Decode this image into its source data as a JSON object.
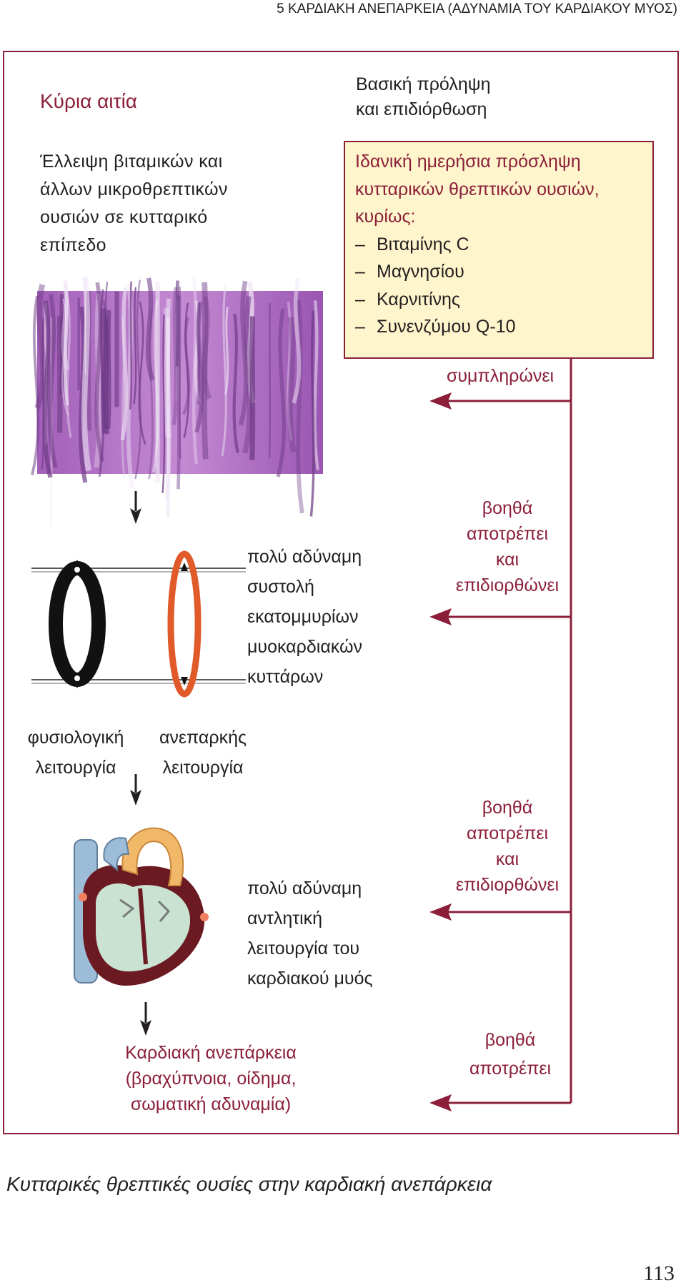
{
  "header": {
    "chapter_title": "5  ΚΑΡΔΙΑΚΗ ΑΝΕΠΑΡΚΕΙΑ (ΑΔΥΝΑΜΙΑ ΤΟΥ ΚΑΡΔΙΑΚΟΥ ΜΥΟΣ)"
  },
  "main_cause": {
    "title": "Κύρια αιτία",
    "lines": [
      "Έλλειψη βιταμικών και",
      "άλλων μικροθρεπτικών",
      "ουσιών σε κυτταρικό",
      "επίπεδο"
    ]
  },
  "prevention": {
    "title_lines": [
      "Βασική πρόληψη",
      "και επιδιόρθωση"
    ],
    "box": {
      "intro_lines": [
        "Ιδανική ημερήσια πρόσληψη",
        "κυτταρικών θρεπτικών ουσιών,",
        "κυρίως:"
      ],
      "items": [
        "Βιταμίνης C",
        "Μαγνησίου",
        "Καρνιτίνης",
        "Συνενζύμου Q-10"
      ],
      "dash": "–"
    }
  },
  "arrows": {
    "first_label": "συμπληρώνει",
    "second_label_lines": [
      "βοηθά",
      "αποτρέπει",
      "και",
      "επιδιορθώνει"
    ],
    "third_label_lines": [
      "βοηθά",
      "αποτρέπει",
      "και",
      "επιδιορθώνει"
    ],
    "fourth_label_lines": [
      "βοηθά",
      "αποτρέπει"
    ]
  },
  "contraction": {
    "text_lines": [
      "πολύ αδύναμη",
      "συστολή",
      "εκατομμυρίων",
      "μυοκαρδιακών",
      "κυττάρων"
    ],
    "normal_label_lines": [
      "φυσιολογική",
      "λειτουργία"
    ],
    "insufficient_label_lines": [
      "ανεπαρκής",
      "λειτουργία"
    ]
  },
  "pumping": {
    "text_lines": [
      "πολύ αδύναμη",
      "αντλητική",
      "λειτουργία του",
      "καρδιακού μυός"
    ]
  },
  "outcome": {
    "lines": [
      "Καρδιακή ανεπάρκεια",
      "(βραχύπνοια, οίδημα,",
      "σωματική αδυναμία)"
    ]
  },
  "caption": "Κυτταρικές θρεπτικές ουσίες στην καρδιακή ανεπάρκεια",
  "page_number": "113",
  "colors": {
    "accent": "#8b1f3a",
    "box_fill": "#fff5cc",
    "tissue": "#b274c6",
    "cell_insufficient": "#e05a2a",
    "heart_muscle": "#6b1a22",
    "heart_fill": "#c9e2d2",
    "vessel": "#9cbcd8",
    "aorta": "#f2b86a"
  },
  "icons": [
    "down-arrow-icon",
    "left-arrow-icon",
    "tissue-image",
    "cell-contraction-image",
    "heart-image"
  ]
}
